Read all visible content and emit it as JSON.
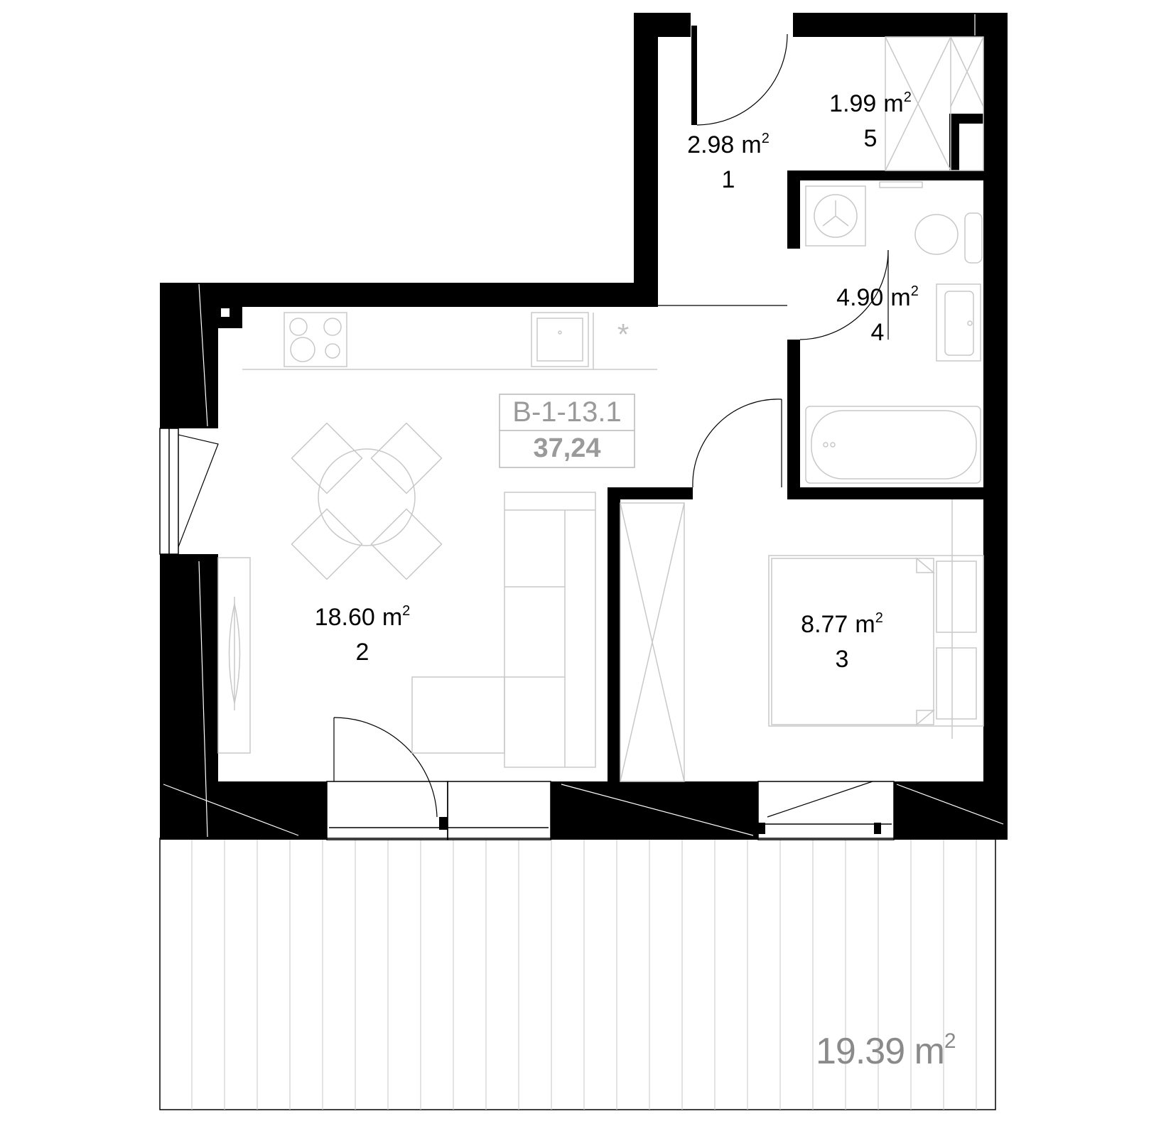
{
  "rooms": [
    {
      "id": "room-1",
      "area": "2.98",
      "unit": "m",
      "sup": "2",
      "number": "1"
    },
    {
      "id": "room-2",
      "area": "18.60",
      "unit": "m",
      "sup": "2",
      "number": "2"
    },
    {
      "id": "room-3",
      "area": "8.77",
      "unit": "m",
      "sup": "2",
      "number": "3"
    },
    {
      "id": "room-4",
      "area": "4.90",
      "unit": "m",
      "sup": "2",
      "number": "4"
    },
    {
      "id": "room-5",
      "area": "1.99",
      "unit": "m",
      "sup": "2",
      "number": "5"
    }
  ],
  "apartment": {
    "code": "B-1-13.1",
    "total_area": "37,24"
  },
  "terrace": {
    "area": "19.39",
    "unit": "m",
    "sup": "2"
  },
  "colors": {
    "wall": "#000000",
    "furniture": "#c8c8c8",
    "label_grey": "#9a9a9a"
  }
}
